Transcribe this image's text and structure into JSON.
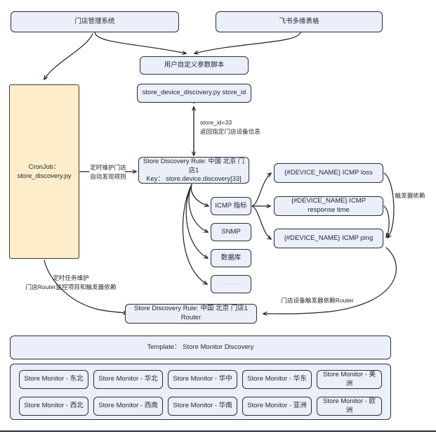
{
  "diagram": {
    "type": "flowchart",
    "title": "Store device discovery architecture",
    "colors": {
      "node_fill": "#eaeffa",
      "node_stroke": "#2a2f37",
      "cron_fill": "#fdedc8",
      "text": "#1f2430"
    },
    "nodes": {
      "store_mgmt_system": "门店管理系统",
      "feishu_sheet": "飞书多维表格",
      "user_param_script": "用户自定义参数脚本",
      "store_device_discovery": "store_device_discovery.py store_id",
      "cronjob": "CronJob：\nstore_discovery.py",
      "discovery_rule": "Store Discovery Rule: 中国 北京 门店1\nKey： store.device.discovery[33]",
      "icmp_metrics": "ICMP 指标",
      "snmp": "SNMP",
      "database": "数据库",
      "ellipsis": "······",
      "icmp_loss": "{#DEVICE_NAME} ICMP loss",
      "icmp_response_time": "{#DEVICE_NAME} ICMP response time",
      "icmp_ping": "{#DEVICE_NAME} ICMP ping",
      "router_rule": "Store Discovery Rule: 中国 北京 门店1 Router",
      "template": "Template： Store Monitor Discovery"
    },
    "edge_labels": {
      "store_id_return": "store_id=33\n返回指定门店设备信息",
      "cron_to_rule": "定时维护门店\n自动发现规则",
      "trigger_dependency": "触发器依赖",
      "cron_maintenance": "定时任务维护\n门店Router监控项目和触发器依赖",
      "device_trigger_router": "门店设备触发器依赖Router"
    },
    "store_monitors": {
      "row1": [
        "Store Monitor - 东北",
        "Store Monitor - 华北",
        "Store Monitor - 华中",
        "Store Monitor - 华东",
        "Store Monitor - 美洲"
      ],
      "row2": [
        "Store Monitor - 西北",
        "Store Monitor - 西南",
        "Store Monitor - 华南",
        "Store Monitor - 亚洲",
        "Store Monitor - 欧洲"
      ]
    }
  }
}
